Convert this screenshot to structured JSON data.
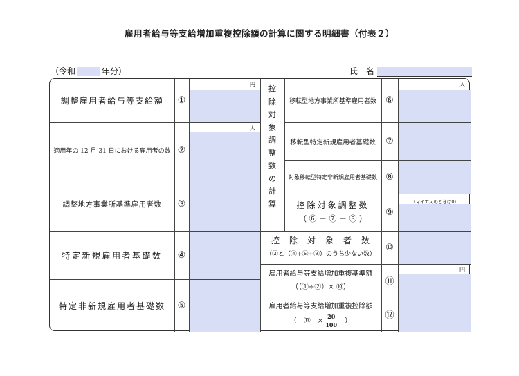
{
  "title": "雇用者給与等支給増加重複控除額の計算に関する明細書（付表２）",
  "header": {
    "year_prefix": "（令和",
    "year_suffix": "年分）",
    "name_label": "氏　名"
  },
  "left_rows": [
    {
      "label": "調整雇用者給与等支給額",
      "num": "①",
      "unit": "円"
    },
    {
      "label": "適用年の 12 月 31 日における雇用者の数",
      "num": "②",
      "unit": "人"
    },
    {
      "label": "調整地方事業所基準雇用者数",
      "num": "③",
      "unit": ""
    },
    {
      "label": "特定新規雇用者基礎数",
      "num": "④",
      "unit": ""
    },
    {
      "label": "特定非新規雇用者基礎数",
      "num": "⑤",
      "unit": ""
    }
  ],
  "vertical_label": [
    "控",
    "除",
    "対",
    "象",
    "調",
    "整",
    "数",
    "の",
    "計",
    "算"
  ],
  "right_rows": [
    {
      "label": "移転型地方事業所基準雇用者数",
      "num": "⑥",
      "unit": "人"
    },
    {
      "label": "移転型特定新規雇用者基礎数",
      "num": "⑦",
      "unit": ""
    },
    {
      "label": "対象移転型特定非新規雇用者基礎数",
      "num": "⑧",
      "unit": ""
    },
    {
      "label": "控除対象調整数",
      "formula": "（ ⑥ － ⑦ － ⑧ ）",
      "num": "⑨",
      "unit": "（マイナスのときは0）"
    },
    {
      "label": "控　除　対　象　者　数",
      "formula": "（③と（④+⑤+⑨）のうち少ない数）",
      "num": "⑩",
      "unit": ""
    },
    {
      "label": "雇用者給与等支給増加重複基準額",
      "formula": "（（①÷②）× ⑩）",
      "num": "⑪",
      "unit": "円"
    },
    {
      "label": "雇用者給与等支給増加重複控除額",
      "formula_left": "（　⑪　×",
      "frac_num": "20",
      "frac_den": "100",
      "formula_right": "）",
      "num": "⑫",
      "unit": ""
    }
  ]
}
